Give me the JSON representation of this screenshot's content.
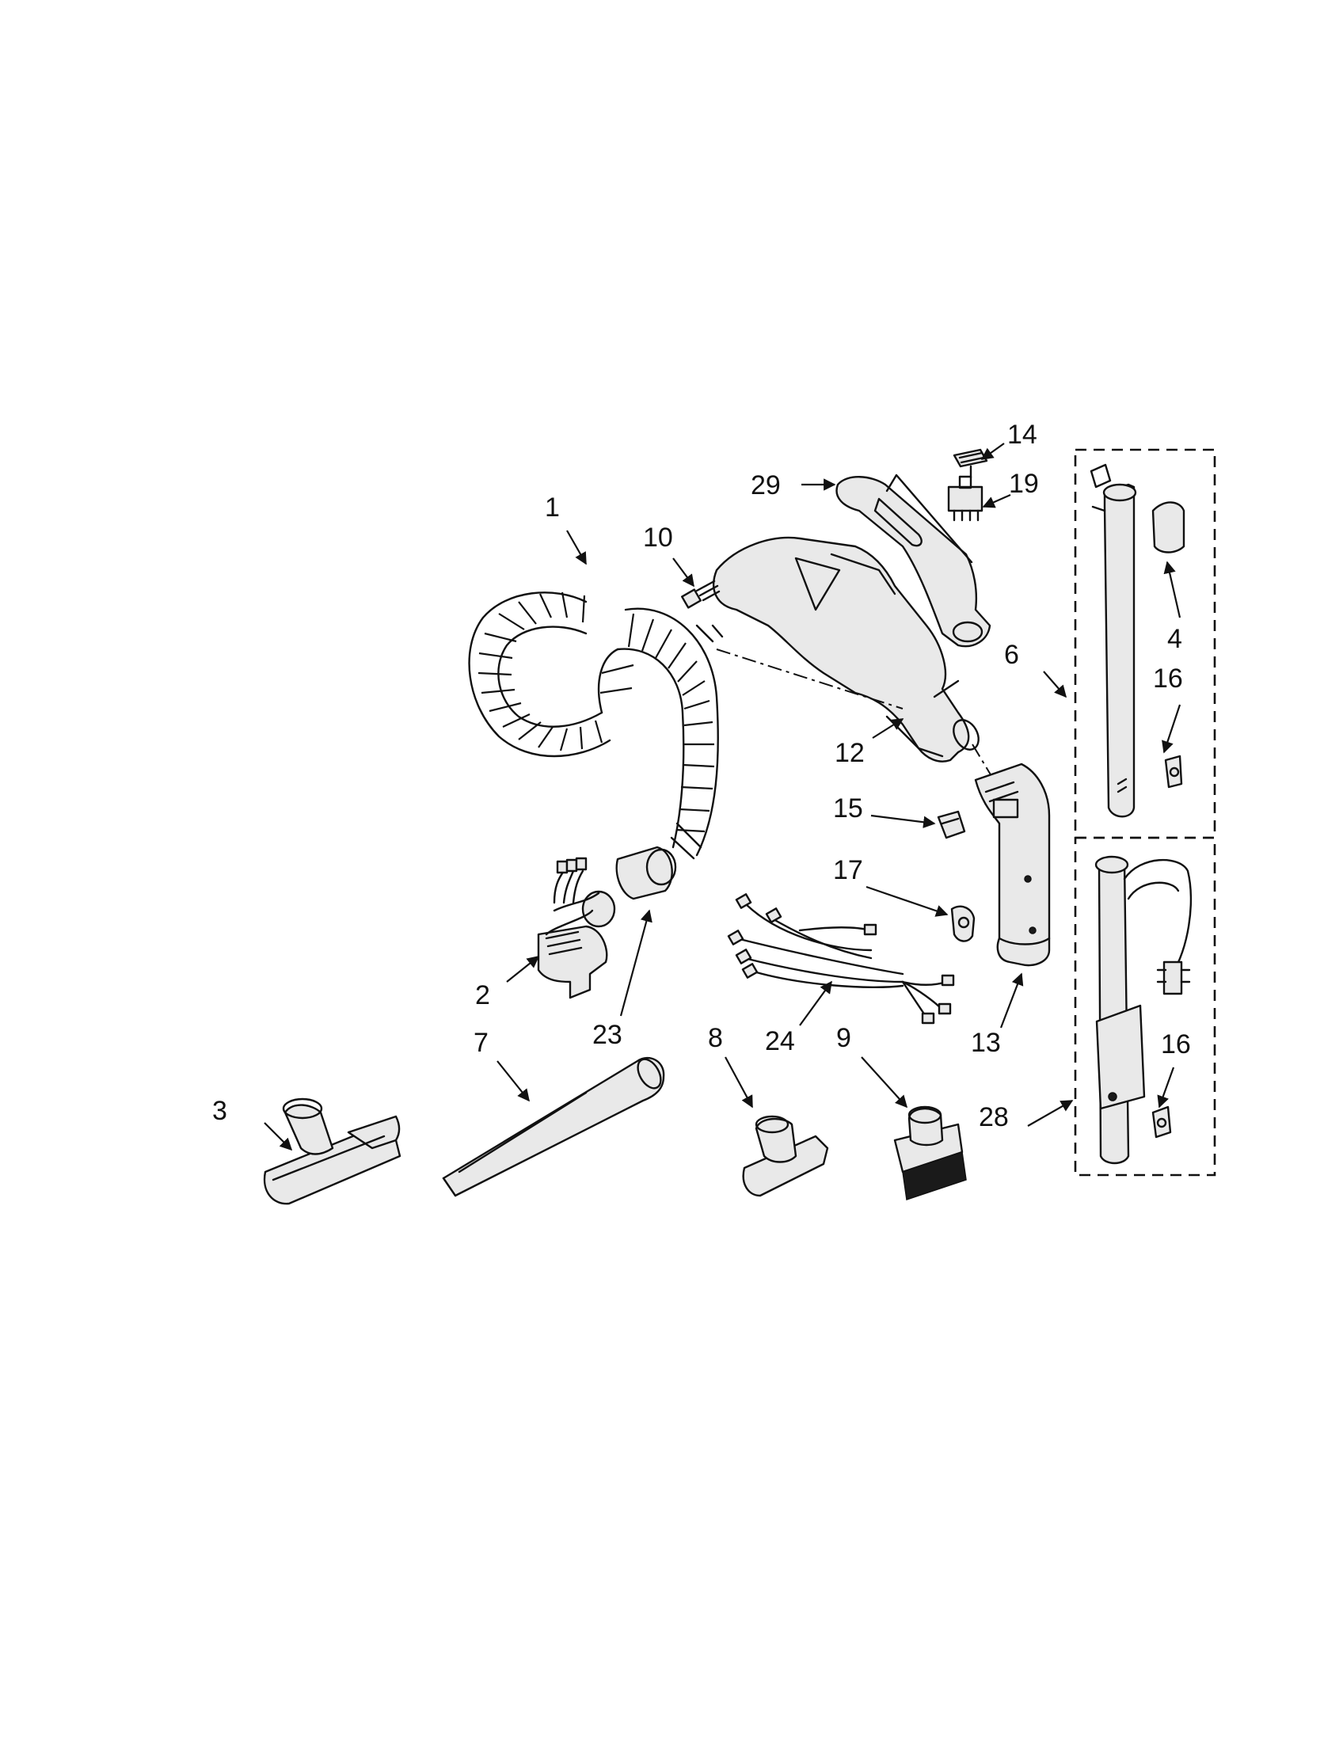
{
  "diagram": {
    "type": "exploded-parts-diagram",
    "callouts": [
      {
        "id": "c1",
        "label": "1"
      },
      {
        "id": "c2",
        "label": "2"
      },
      {
        "id": "c3",
        "label": "3"
      },
      {
        "id": "c4",
        "label": "4"
      },
      {
        "id": "c6",
        "label": "6"
      },
      {
        "id": "c7",
        "label": "7"
      },
      {
        "id": "c8",
        "label": "8"
      },
      {
        "id": "c9",
        "label": "9"
      },
      {
        "id": "c10",
        "label": "10"
      },
      {
        "id": "c12",
        "label": "12"
      },
      {
        "id": "c13",
        "label": "13"
      },
      {
        "id": "c14",
        "label": "14"
      },
      {
        "id": "c15",
        "label": "15"
      },
      {
        "id": "c16a",
        "label": "16"
      },
      {
        "id": "c16b",
        "label": "16"
      },
      {
        "id": "c17",
        "label": "17"
      },
      {
        "id": "c19",
        "label": "19"
      },
      {
        "id": "c23",
        "label": "23"
      },
      {
        "id": "c24",
        "label": "24"
      },
      {
        "id": "c28",
        "label": "28"
      },
      {
        "id": "c29",
        "label": "29"
      }
    ]
  },
  "colors": {
    "line": "#111111",
    "background": "#ffffff",
    "part_fill": "#e9e9e9"
  }
}
